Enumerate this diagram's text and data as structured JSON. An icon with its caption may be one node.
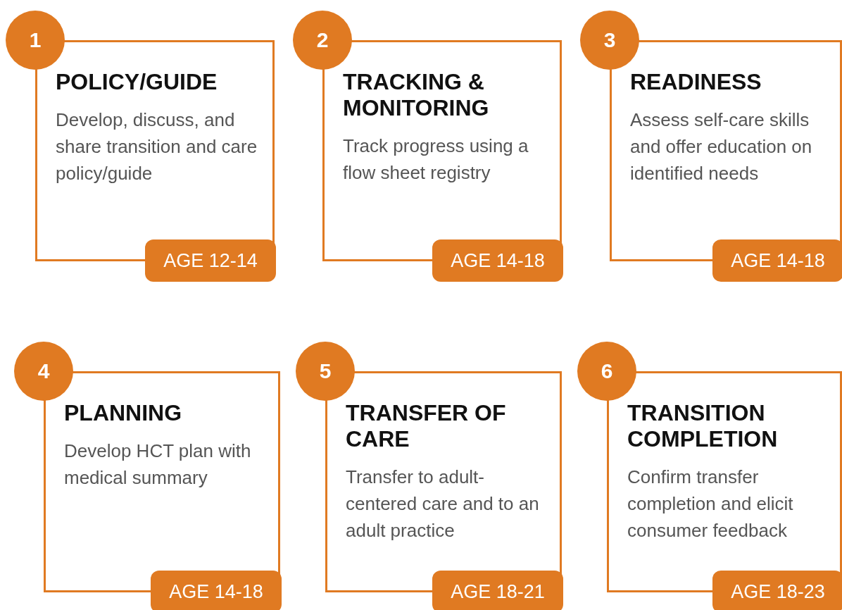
{
  "diagram": {
    "nodes": [
      {
        "text": [
          "1"
        ]
      },
      {
        "text": [
          "POLICY/GUIDE",
          "Develop, discuss, and share transition and care policy/guide"
        ]
      },
      {
        "text": [
          "AGE 12-14"
        ]
      },
      {
        "text": [
          "2"
        ]
      },
      {
        "text": [
          "TRACKING & MONITORING",
          "Track progress using a flow sheet registry"
        ]
      },
      {
        "text": [
          "AGE 14-18"
        ]
      },
      {
        "text": [
          "3"
        ]
      },
      {
        "text": [
          "READINESS",
          "Assess self-care skills and offer education on identified needs"
        ]
      },
      {
        "text": [
          "AGE 14-18"
        ]
      },
      {
        "text": [
          "4"
        ]
      },
      {
        "text": [
          "PLANNING",
          "Develop HCT plan with medical summary"
        ]
      },
      {
        "text": [
          "AGE 14-18"
        ]
      },
      {
        "text": [
          "5"
        ]
      },
      {
        "text": [
          "TRANSFER OF CARE",
          "Transfer to adult-centered care and to an adult practice"
        ]
      },
      {
        "text": [
          "AGE 18-21"
        ]
      },
      {
        "text": [
          "6"
        ]
      },
      {
        "text": [
          "TRANSITION COMPLETION",
          "Confirm transfer completion and elicit consumer feedback"
        ]
      },
      {
        "text": [
          "AGE 18-23"
        ]
      }
    ],
    "edges": []
  }
}
